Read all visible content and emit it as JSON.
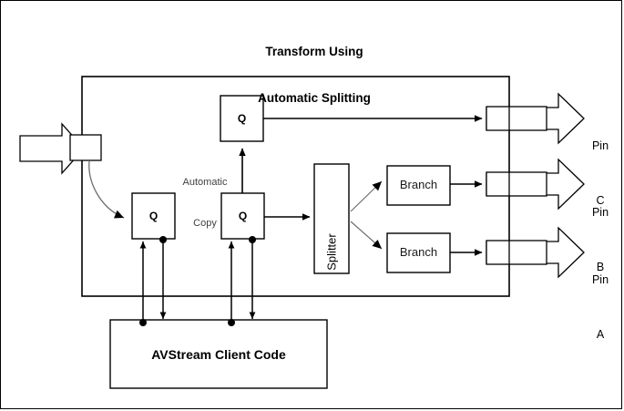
{
  "diagram": {
    "title_line1": "Transform Using",
    "title_line2": "Automatic Splitting",
    "filter_box": {
      "name": "filter-boundary"
    },
    "queues": [
      {
        "id": "q-input",
        "label": "Q"
      },
      {
        "id": "q-split",
        "label": "Q"
      },
      {
        "id": "q-copy",
        "label": "Q"
      }
    ],
    "annotation": {
      "line1": "Automatic",
      "line2": "Copy"
    },
    "splitter": {
      "label": "Splitter"
    },
    "branches": [
      {
        "id": "branch-upper",
        "label": "Branch"
      },
      {
        "id": "branch-lower",
        "label": "Branch"
      }
    ],
    "output_pins": [
      {
        "id": "pin-c",
        "line1": "Pin",
        "line2": "C"
      },
      {
        "id": "pin-b",
        "line1": "Pin",
        "line2": "B"
      },
      {
        "id": "pin-a",
        "line1": "Pin",
        "line2": "A"
      }
    ],
    "client": {
      "label": "AVStream Client Code"
    },
    "colors": {
      "stroke": "#000000",
      "gray_stroke": "#808080",
      "background": "#ffffff",
      "text": "#000000",
      "muted_text": "#404040"
    }
  }
}
